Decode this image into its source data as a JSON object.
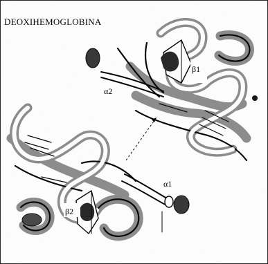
{
  "title": "DEOXIHEMOGLOBINA",
  "subunits": [
    {
      "id": "beta1",
      "label": "β1"
    },
    {
      "id": "alpha2",
      "label": "α2"
    },
    {
      "id": "alpha1",
      "label": "α1"
    },
    {
      "id": "beta2",
      "label": "β2"
    }
  ],
  "colors": {
    "outline": "#000000",
    "shading": "#7a7a7a",
    "background": "#ffffff"
  }
}
